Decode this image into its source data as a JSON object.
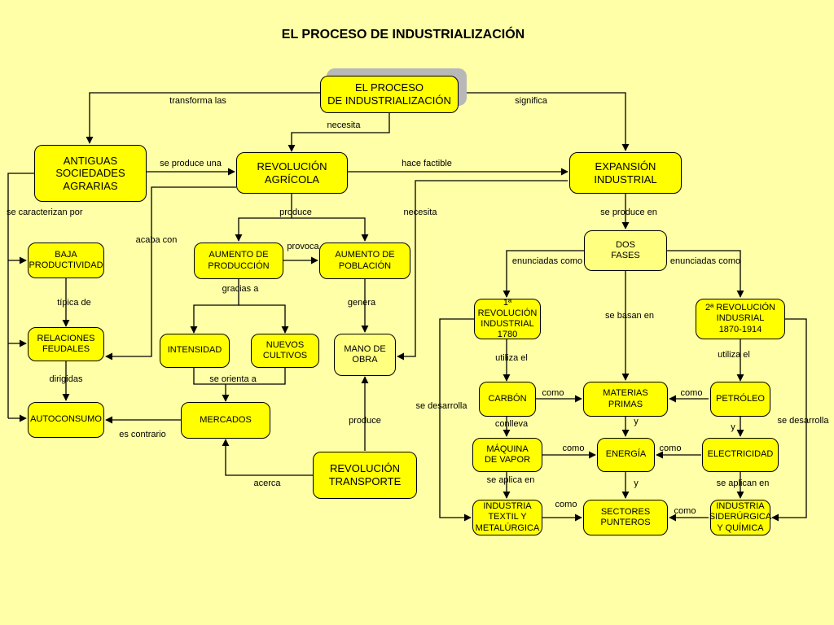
{
  "title": "EL PROCESO DE INDUSTRIALIZACIÓN",
  "nodes": {
    "proceso": "EL PROCESO\nDE INDUSTRIALIZACIÓN",
    "antiguas": "ANTIGUAS\nSOCIEDADES\nAGRARIAS",
    "revagricola": "REVOLUCIÓN\nAGRÍCOLA",
    "expansion": "EXPANSIÓN\nINDUSTRIAL",
    "baja": "BAJA\nPRODUCTIVIDAD",
    "relaciones": "RELACIONES\nFEUDALES",
    "autoconsumo": "AUTOCONSUMO",
    "aumprod": "AUMENTO DE\nPRODUCCIÓN",
    "aumpobl": "AUMENTO DE\nPOBLACIÓN",
    "intensidad": "INTENSIDAD",
    "nuevos": "NUEVOS\nCULTIVOS",
    "mano": "MANO DE\nOBRA",
    "mercados": "MERCADOS",
    "revtransporte": "REVOLUCIÓN\nTRANSPORTE",
    "dosfases": "DOS\nFASES",
    "rev1": "1ª REVOLUCIÓN\nINDUSTRIAL\n1780",
    "rev2": "2ª REVOLUCIÓN\nINDUSRIAL\n1870-1914",
    "carbon": "CARBÓN",
    "materias": "MATERIAS\nPRIMAS",
    "petroleo": "PETRÓLEO",
    "maquina": "MÁQUINA\nDE VAPOR",
    "energia": "ENERGÍA",
    "electricidad": "ELECTRICIDAD",
    "textil": "INDUSTRIA\nTEXTIL Y\nMETALÚRGICA",
    "sectores": "SECTORES\nPUNTEROS",
    "siderurgica": "INDUSTRIA\nSIDERÚRGICA\nY QUÍMICA"
  },
  "labels": {
    "transforma": "transforma las",
    "significa": "significa",
    "necesita1": "necesita",
    "seproduceuna": "se produce una",
    "hacefactible": "hace factible",
    "secaracterizan": "se caracterizan por",
    "produce1": "produce",
    "necesita2": "necesita",
    "seproduceen": "se produce en",
    "acabacon": "acaba con",
    "provoca": "provoca",
    "enunciadas1": "enunciadas como",
    "enunciadas2": "enunciadas como",
    "graciasa": "gracias a",
    "tipicade": "típica de",
    "genera": "genera",
    "sebasanen": "se basan en",
    "utilizael1": "utiliza el",
    "utilizael2": "utiliza el",
    "dirigidas": "dirigidas",
    "seorienta": "se orienta a",
    "como1": "como",
    "como2": "como",
    "sedesarrolla1": "se desarrolla",
    "sedesarrolla2": "se desarrolla",
    "produce2": "produce",
    "conlleva": "conlleva",
    "y1": "y",
    "y2": "y",
    "escontrario": "es contrario",
    "como3": "como",
    "como4": "como",
    "acerca": "acerca",
    "seaplicaen": "se aplica en",
    "y3": "y",
    "seaplicanen": "se aplican en",
    "como5": "como",
    "como6": "como"
  }
}
